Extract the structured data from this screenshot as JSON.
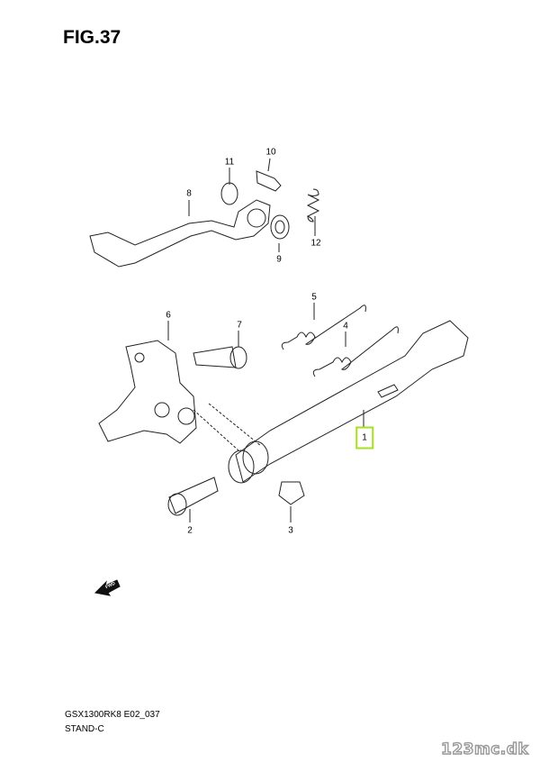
{
  "figure": {
    "title": "FIG.37"
  },
  "callouts": [
    {
      "id": "1",
      "label": "1",
      "highlighted": true
    },
    {
      "id": "2",
      "label": "2"
    },
    {
      "id": "3",
      "label": "3"
    },
    {
      "id": "4",
      "label": "4"
    },
    {
      "id": "5",
      "label": "5"
    },
    {
      "id": "6",
      "label": "6"
    },
    {
      "id": "7",
      "label": "7"
    },
    {
      "id": "8",
      "label": "8"
    },
    {
      "id": "9",
      "label": "9"
    },
    {
      "id": "10",
      "label": "10"
    },
    {
      "id": "11",
      "label": "11"
    },
    {
      "id": "12",
      "label": "12"
    }
  ],
  "fwd_arrow": {
    "label": "FWD"
  },
  "footer": {
    "model": "GSX1300RK8 E02_037",
    "section": "STAND-C"
  },
  "watermark": "123mc.dk",
  "colors": {
    "highlight": "#a6e01e"
  }
}
